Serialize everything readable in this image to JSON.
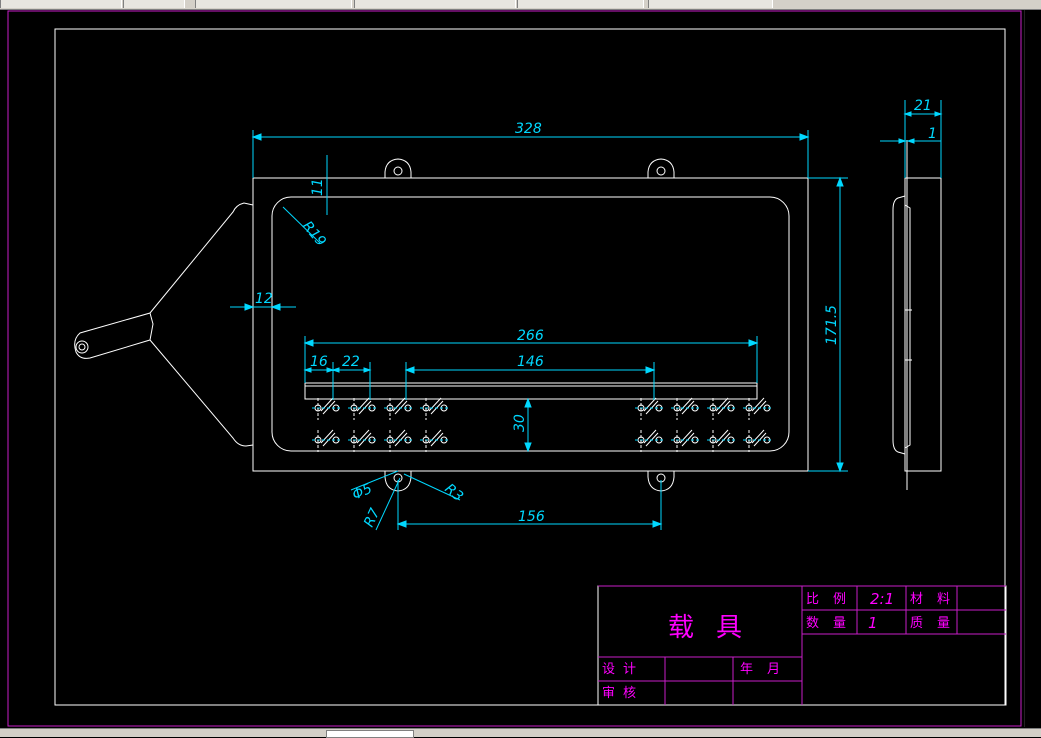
{
  "drawing": {
    "dimensions": {
      "width_overall": "328",
      "height_overall": "171.5",
      "inner_offset_top": "11",
      "corner_radius": "R19",
      "wall_left": "12",
      "bar_length": "266",
      "pitch_a": "16",
      "pitch_b": "22",
      "group_spacing": "146",
      "bar_drop": "30",
      "hole_dia": "Φ5",
      "radius_7": "R7",
      "radius_3": "R3",
      "lug_spacing": "156",
      "side_thickness": "21",
      "side_step": "1"
    },
    "title_block": {
      "title": "载具",
      "scale_label": "比例",
      "scale_value": "2:1",
      "material_label": "材料",
      "quantity_label": "数量",
      "quantity_value": "1",
      "weight_label": "质量",
      "designer_label": "设计",
      "reviewer_label": "审核",
      "date_label": "年月"
    },
    "colors": {
      "background": "#000000",
      "outline": "#ffffff",
      "dimension": "#00d8ff",
      "border": "#c81ec8"
    }
  }
}
